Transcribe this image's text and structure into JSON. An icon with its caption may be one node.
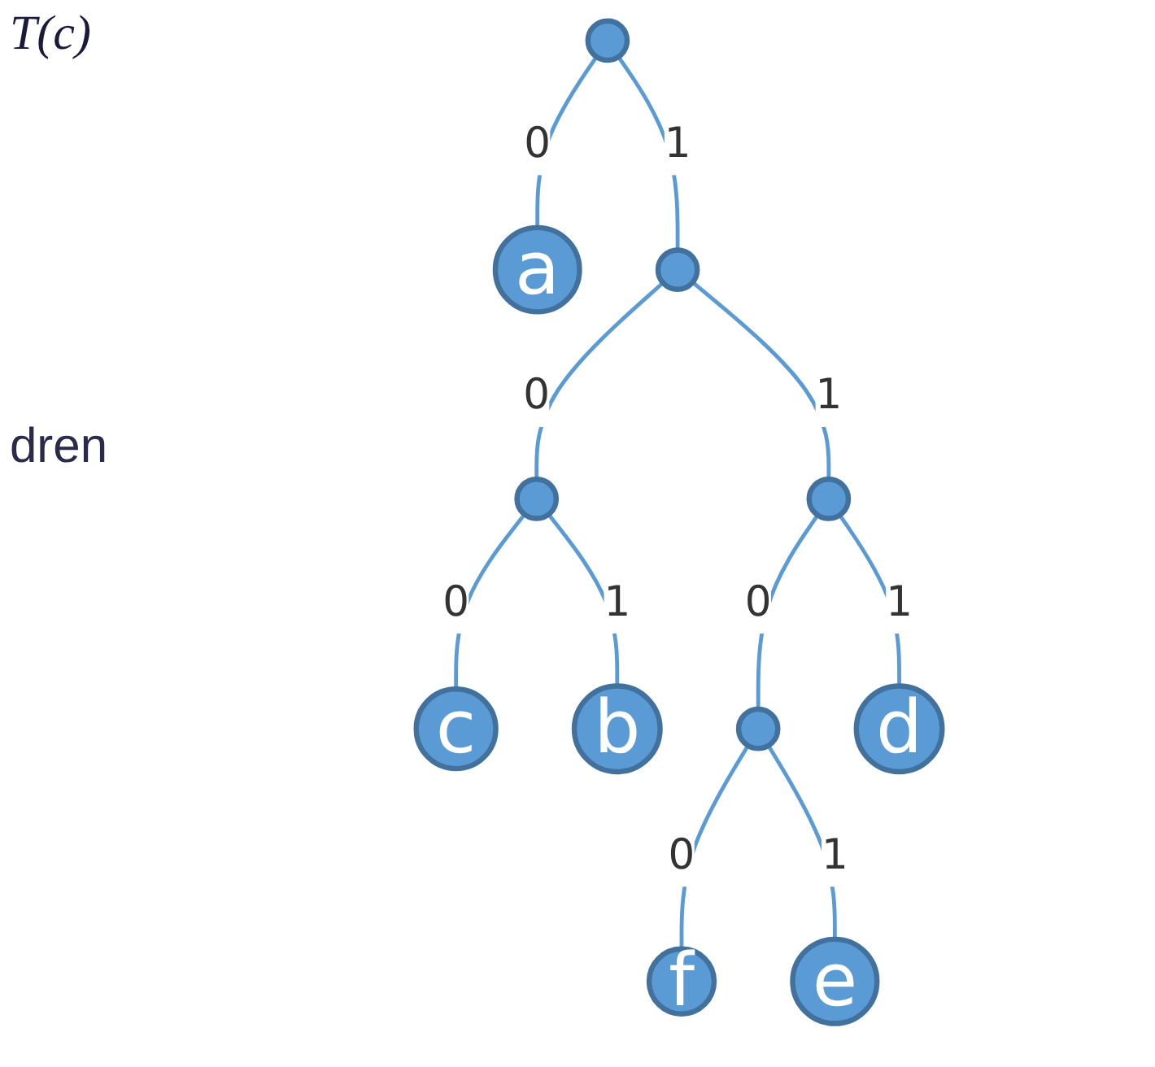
{
  "diagram": {
    "nodes": [
      {
        "text": [],
        "shape": "circle"
      },
      {
        "text": [
          "a"
        ]
      },
      {
        "text": [],
        "shape": "circle"
      },
      {
        "text": [],
        "shape": "circle"
      },
      {
        "text": [],
        "shape": "circle"
      },
      {
        "text": [
          "c"
        ]
      },
      {
        "text": [
          "b"
        ]
      },
      {
        "text": [],
        "shape": "circle"
      },
      {
        "text": [
          "d"
        ]
      },
      {
        "text": [
          "f"
        ]
      },
      {
        "text": [
          "e"
        ]
      }
    ],
    "edges": [
      {
        "from": 0,
        "to": 1,
        "arrow": "none",
        "label": "0"
      },
      {
        "from": 0,
        "to": 2,
        "arrow": "none",
        "label": "1"
      },
      {
        "from": 2,
        "to": 3,
        "arrow": "none",
        "label": "0"
      },
      {
        "from": 2,
        "to": 4,
        "arrow": "none",
        "label": "1"
      },
      {
        "from": 3,
        "to": 5,
        "arrow": "none",
        "label": "0"
      },
      {
        "from": 3,
        "to": 6,
        "arrow": "none",
        "label": "1"
      },
      {
        "from": 4,
        "to": 7,
        "arrow": "none",
        "label": "0"
      },
      {
        "from": 4,
        "to": 8,
        "arrow": "none",
        "label": "1"
      },
      {
        "from": 7,
        "to": 9,
        "arrow": "none",
        "label": "0"
      },
      {
        "from": 7,
        "to": 10,
        "arrow": "none",
        "label": "1"
      }
    ],
    "labels": [
      "T(c)",
      "dren"
    ]
  }
}
